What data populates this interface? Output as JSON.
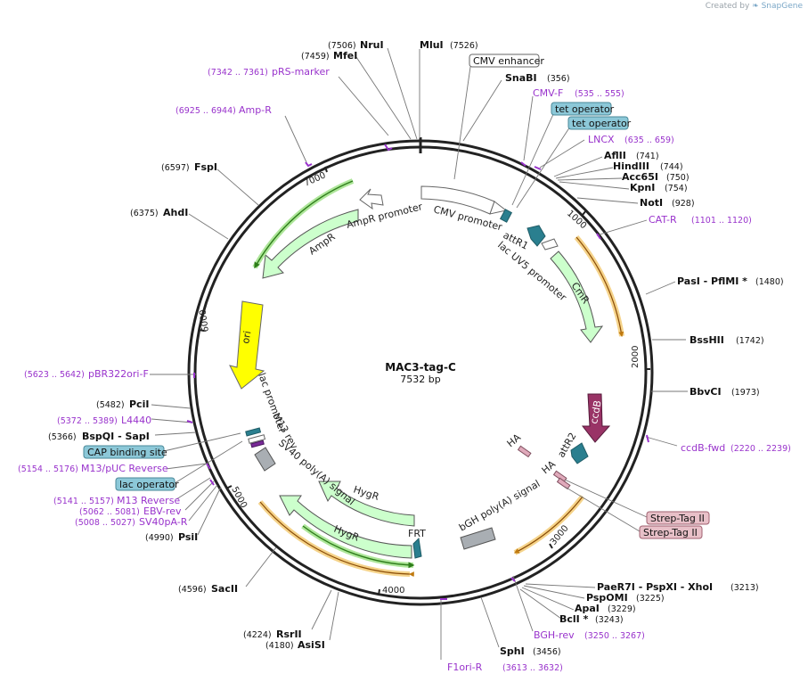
{
  "app": {
    "credit_prefix": "Created by",
    "credit_brand": "SnapGene"
  },
  "plasmid": {
    "name": "MAC3-tag-C",
    "length_label": "7532 bp",
    "length": 7532
  },
  "colors": {
    "backbone": "#222222",
    "purple": "#9933cc",
    "tick_line": "#777777",
    "promoter_fill": "#ffffff",
    "cds_fill": "#ccffcc",
    "ori_fill": "#ffff00",
    "ccdB_fill": "#993366",
    "teal": "#2a7f8f",
    "pink": "#e0aabb",
    "grey": "#a9aeb3",
    "orange": "#f5a623",
    "green_arrow": "#2e7d1a",
    "tet_box": "#8cc8d8",
    "strep_box": "#e8c0c8"
  },
  "enzymes": [
    {
      "name": "MluI",
      "pos_label": "(7526)",
      "pos": 7526
    },
    {
      "name": "NruI",
      "pos_label": "(7506)",
      "pos": 7506
    },
    {
      "name": "MfeI",
      "pos_label": "(7459)",
      "pos": 7459
    },
    {
      "name": "SnaBI",
      "pos_label": "(356)",
      "pos": 356
    },
    {
      "name": "AflII",
      "pos_label": "(741)",
      "pos": 741
    },
    {
      "name": "HindIII",
      "pos_label": "(744)",
      "pos": 744
    },
    {
      "name": "Acc65I",
      "pos_label": "(750)",
      "pos": 750
    },
    {
      "name": "KpnI",
      "pos_label": "(754)",
      "pos": 754
    },
    {
      "name": "NotI",
      "pos_label": "(928)",
      "pos": 928
    },
    {
      "name": "PasI - PflMI *",
      "pos_label": "(1480)",
      "pos": 1480
    },
    {
      "name": "BssHII",
      "pos_label": "(1742)",
      "pos": 1742
    },
    {
      "name": "BbvCI",
      "pos_label": "(1973)",
      "pos": 1973
    },
    {
      "name": "PaeR7I - PspXI - XhoI",
      "pos_label": "(3213)",
      "pos": 3213
    },
    {
      "name": "PspOMI",
      "pos_label": "(3225)",
      "pos": 3225
    },
    {
      "name": "ApaI",
      "pos_label": "(3229)",
      "pos": 3229
    },
    {
      "name": "BclI *",
      "pos_label": "(3243)",
      "pos": 3243
    },
    {
      "name": "SphI",
      "pos_label": "(3456)",
      "pos": 3456
    },
    {
      "name": "AsiSI",
      "pos_label": "(4180)",
      "pos": 4180
    },
    {
      "name": "RsrII",
      "pos_label": "(4224)",
      "pos": 4224
    },
    {
      "name": "SacII",
      "pos_label": "(4596)",
      "pos": 4596
    },
    {
      "name": "PsiI",
      "pos_label": "(4990)",
      "pos": 4990
    },
    {
      "name": "BspQI - SapI",
      "pos_label": "(5366)",
      "pos": 5366
    },
    {
      "name": "PciI",
      "pos_label": "(5482)",
      "pos": 5482
    },
    {
      "name": "AhdI",
      "pos_label": "(6375)",
      "pos": 6375
    },
    {
      "name": "FspI",
      "pos_label": "(6597)",
      "pos": 6597
    }
  ],
  "primers": [
    {
      "name": "CMV-F",
      "range": "(535 .. 555)"
    },
    {
      "name": "LNCX",
      "range": "(635 .. 659)"
    },
    {
      "name": "CAT-R",
      "range": "(1101 .. 1120)"
    },
    {
      "name": "ccdB-fwd",
      "range": "(2220 .. 2239)"
    },
    {
      "name": "BGH-rev",
      "range": "(3250 .. 3267)"
    },
    {
      "name": "F1ori-R",
      "range": "(3613 .. 3632)"
    },
    {
      "name": "SV40pA-R",
      "range": "(5008 .. 5027)"
    },
    {
      "name": "EBV-rev",
      "range": "(5062 .. 5081)"
    },
    {
      "name": "M13 Reverse",
      "range": "(5141 .. 5157)"
    },
    {
      "name": "M13/pUC Reverse",
      "range": "(5154 .. 5176)"
    },
    {
      "name": "L4440",
      "range": "(5372 .. 5389)"
    },
    {
      "name": "pBR322ori-F",
      "range": "(5623 .. 5642)"
    },
    {
      "name": "Amp-R",
      "range": "(6925 .. 6944)"
    },
    {
      "name": "pRS-marker",
      "range": "(7342 .. 7361)"
    }
  ],
  "boxed_features": [
    {
      "name": "CMV enhancer"
    },
    {
      "name": "tet operator"
    },
    {
      "name": "tet operator"
    },
    {
      "name": "Strep-Tag II"
    },
    {
      "name": "Strep-Tag II"
    },
    {
      "name": "CAP binding site"
    },
    {
      "name": "lac operator"
    }
  ],
  "inner_labels": [
    {
      "name": "CMV promoter"
    },
    {
      "name": "attR1"
    },
    {
      "name": "lac UV5 promoter"
    },
    {
      "name": "CmR"
    },
    {
      "name": "ccdB"
    },
    {
      "name": "attR2"
    },
    {
      "name": "HA"
    },
    {
      "name": "HA"
    },
    {
      "name": "bGH poly(A) signal"
    },
    {
      "name": "FRT"
    },
    {
      "name": "HygR"
    },
    {
      "name": "HygR"
    },
    {
      "name": "SV40 poly(A) signal"
    },
    {
      "name": "M13 rev"
    },
    {
      "name": "lac promoter"
    },
    {
      "name": "ori"
    },
    {
      "name": "AmpR"
    },
    {
      "name": "AmpR promoter"
    }
  ],
  "ticks": [
    {
      "label": "1000",
      "pos": 1000
    },
    {
      "label": "2000",
      "pos": 2000
    },
    {
      "label": "3000",
      "pos": 3000
    },
    {
      "label": "4000",
      "pos": 4000
    },
    {
      "label": "5000",
      "pos": 5000
    },
    {
      "label": "6000",
      "pos": 6000
    },
    {
      "label": "7000",
      "pos": 7000
    }
  ]
}
